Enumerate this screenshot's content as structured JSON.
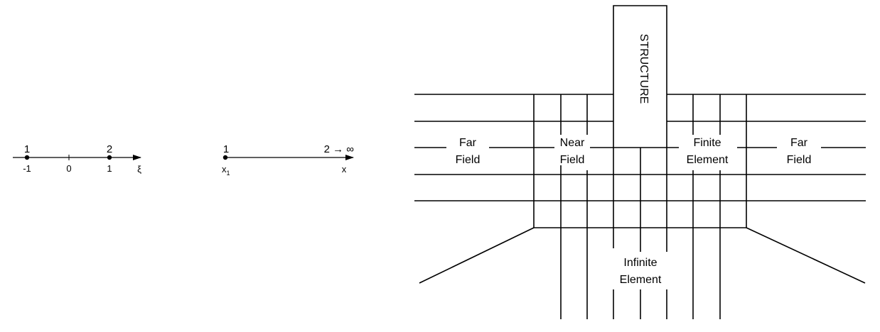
{
  "mapping_diagram": {
    "parent": {
      "node1": "1",
      "node2": "2",
      "ticks": [
        "-1",
        "0",
        "1"
      ],
      "axis": "ξ"
    },
    "physical": {
      "node1": "1",
      "node2": "2 → ∞",
      "x1": "x",
      "x1_sub": "1",
      "axis": "x"
    }
  },
  "mesh_diagram": {
    "structure": "STRUCTURE",
    "far_field_left": [
      "Far",
      "Field"
    ],
    "near_field": [
      "Near",
      "Field"
    ],
    "finite_element": [
      "Finite",
      "Element"
    ],
    "far_field_right": [
      "Far",
      "Field"
    ],
    "infinite_element": [
      "Infinite",
      "Element"
    ]
  }
}
